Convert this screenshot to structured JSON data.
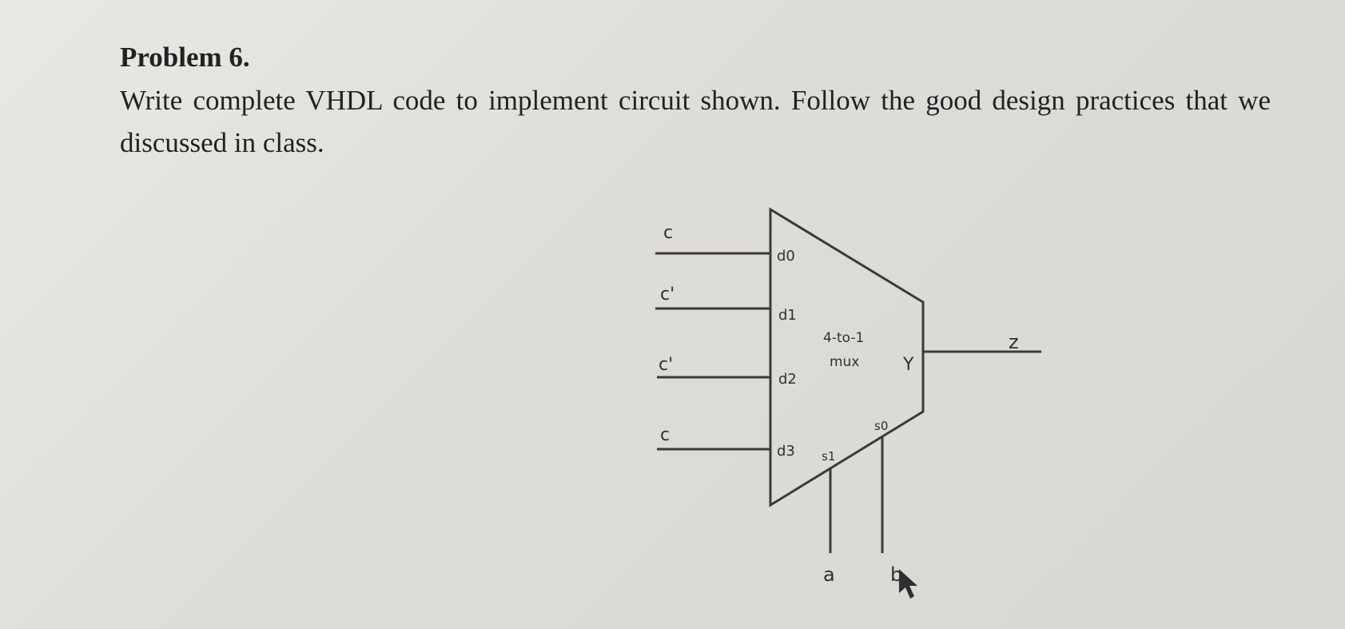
{
  "problem": {
    "title": "Problem 6.",
    "text": "Write complete VHDL code to implement circuit shown. Follow the good design practices that we discussed in class."
  },
  "diagram": {
    "mux_label_line1": "4-to-1",
    "mux_label_line2": "mux",
    "inputs": [
      {
        "signal": "c",
        "port": "d0"
      },
      {
        "signal": "c'",
        "port": "d1"
      },
      {
        "signal": "c'",
        "port": "d2"
      },
      {
        "signal": "c",
        "port": "d3"
      }
    ],
    "select": [
      {
        "port": "s1",
        "signal": "a"
      },
      {
        "port": "s0",
        "signal": "b"
      }
    ],
    "output": {
      "port": "Y",
      "signal": "z"
    }
  }
}
